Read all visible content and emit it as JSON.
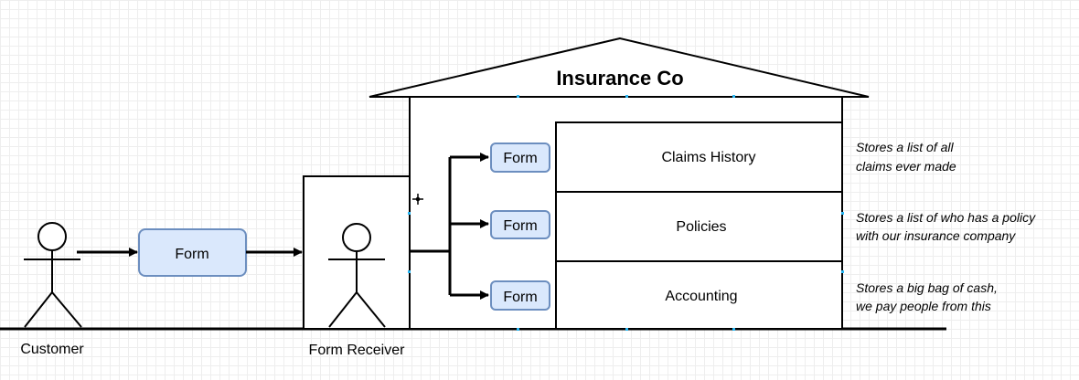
{
  "title": "Insurance Co",
  "actors": {
    "customer": "Customer",
    "receiver": "Form Receiver"
  },
  "forms": {
    "customer_form": "Form",
    "claims_form": "Form",
    "policies_form": "Form",
    "accounting_form": "Form"
  },
  "departments": [
    {
      "name": "Claims History",
      "note": [
        "Stores a list of all",
        "claims ever made"
      ]
    },
    {
      "name": "Policies",
      "note": [
        "Stores a list of who has a policy",
        "with our insurance company"
      ]
    },
    {
      "name": "Accounting",
      "note": [
        "Stores a big bag of cash,",
        "we pay people from this"
      ]
    }
  ],
  "colors": {
    "form_fill": "#dae8fc",
    "form_stroke": "#6c8ebf",
    "line": "#000000",
    "handle": "#29b6f2"
  }
}
